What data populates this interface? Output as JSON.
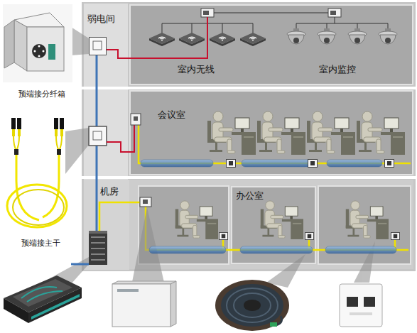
{
  "diagram": {
    "nodes": [
      {
        "text": [
          "弱电间"
        ]
      },
      {
        "text": [
          "室内无线",
          "室内监控"
        ]
      },
      {
        "text": [
          "会议室"
        ]
      },
      {
        "text": [
          "机房"
        ]
      },
      {
        "text": [
          "办公室"
        ]
      }
    ],
    "edges": [
      {
        "from": 0,
        "to": 1,
        "arrow": "none"
      },
      {
        "from": 3,
        "to": 4,
        "arrow": "none"
      }
    ],
    "labels": [
      "预端接分纤箱",
      "预端接主干"
    ]
  }
}
